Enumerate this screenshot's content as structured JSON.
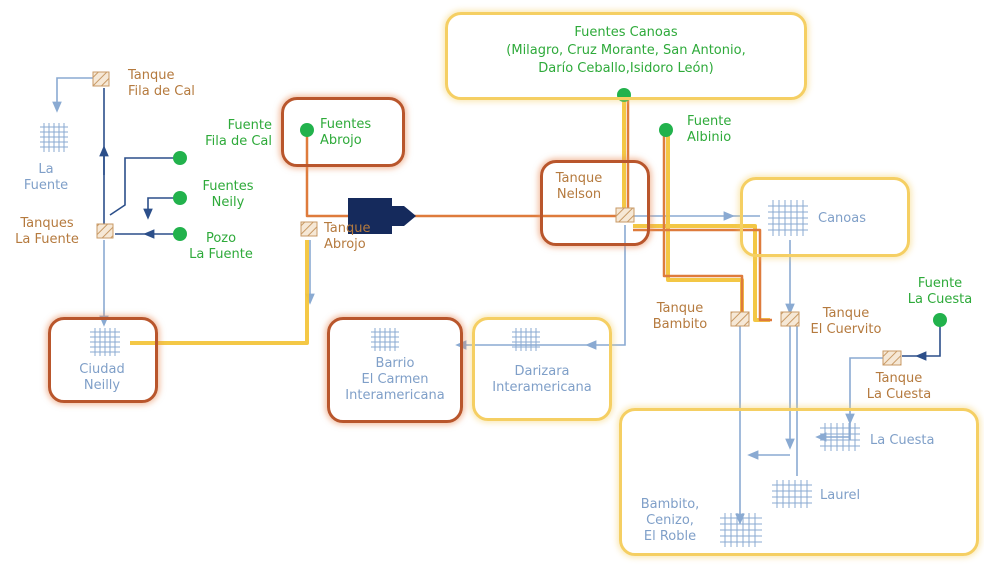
{
  "sources": {
    "canoas": {
      "title": "Fuentes Canoas",
      "line2": "(Milagro, Cruz Morante, San Antonio,",
      "line3": "Darío Ceballo,Isidoro León)"
    },
    "abrojo": {
      "line1": "Fuentes",
      "line2": "Abrojo"
    },
    "albinio": {
      "line1": "Fuente",
      "line2": "Albinio"
    },
    "fila_cal": {
      "line1": "Fuente",
      "line2": "Fila de Cal"
    },
    "neily": {
      "line1": "Fuentes",
      "line2": "Neily"
    },
    "pozo": {
      "line1": "Pozo",
      "line2": "La Fuente"
    },
    "la_cuesta": {
      "line1": "Fuente",
      "line2": "La Cuesta"
    }
  },
  "tanks": {
    "fila_cal": {
      "line1": "Tanque",
      "line2": "Fila de Cal"
    },
    "la_fuente": {
      "line1": "Tanques",
      "line2": "La Fuente"
    },
    "abrojo": {
      "line1": "Tanque",
      "line2": "Abrojo"
    },
    "nelson": {
      "line1": "Tanque",
      "line2": "Nelson"
    },
    "bambito": {
      "line1": "Tanque",
      "line2": "Bambito"
    },
    "cuervito": {
      "line1": "Tanque",
      "line2": "El Cuervito"
    },
    "la_cuesta": {
      "line1": "Tanque",
      "line2": "La Cuesta"
    }
  },
  "nodes": {
    "la_fuente": {
      "line1": "La",
      "line2": "Fuente"
    },
    "ciudad_neilly": {
      "line1": "Ciudad",
      "line2": "Neilly"
    },
    "barrio_carmen": {
      "line1": "Barrio",
      "line2": "El Carmen",
      "line3": "Interamericana"
    },
    "darizara": {
      "line1": "Darizara",
      "line2": "Interamericana"
    },
    "canoas": {
      "line1": "Canoas"
    },
    "la_cuesta": {
      "line1": "La Cuesta"
    },
    "laurel": {
      "line1": "Laurel"
    },
    "bambito": {
      "line1": "Bambito,",
      "line2": "Cenizo,",
      "line3": "El Roble"
    }
  },
  "colors": {
    "source": "#2eaa3a",
    "tank_label": "#b57a3e",
    "node_label": "#7f9fc8",
    "pipe_blue": "#8aaad2",
    "pipe_dark": "#2c4f8a",
    "pipe_yellow": "#f3c53c",
    "pipe_orange": "#de7b3c",
    "pump": "#152a5c"
  }
}
